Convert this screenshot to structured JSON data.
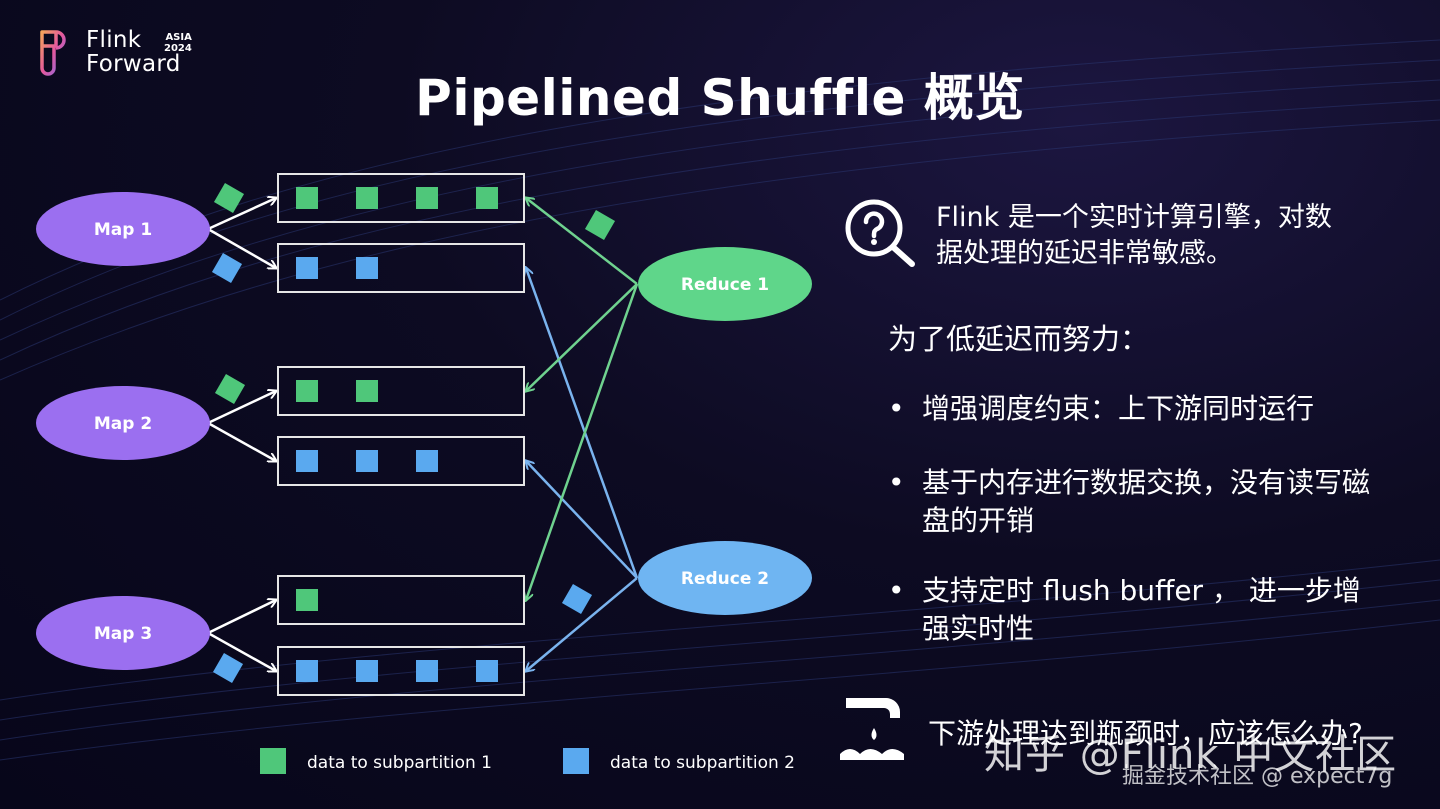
{
  "slide": {
    "title": "Pipelined Shuffle 概览"
  },
  "logo": {
    "name": "Flink Forward",
    "line1": "Flink",
    "line2": "Forward",
    "badge_line1": "ASIA",
    "badge_line2": "2024"
  },
  "diagram": {
    "maps": [
      {
        "label": "Map 1",
        "green_count": 4,
        "blue_count": 2
      },
      {
        "label": "Map 2",
        "green_count": 2,
        "blue_count": 3
      },
      {
        "label": "Map 3",
        "green_count": 1,
        "blue_count": 4
      }
    ],
    "reduces": [
      {
        "label": "Reduce 1",
        "color": "#5fd68a"
      },
      {
        "label": "Reduce 2",
        "color": "#6fb5f2"
      }
    ],
    "colors": {
      "map_node": "#9b6ff0",
      "green": "#4fc77a",
      "blue": "#5aa9ef",
      "green_line": "#6fd28f",
      "blue_line": "#7ab3ee"
    },
    "legend": [
      {
        "label": "data to subpartition 1",
        "color": "#4fc77a"
      },
      {
        "label": "data to subpartition 2",
        "color": "#5aa9ef"
      }
    ]
  },
  "panel": {
    "question_icon": "question-search-icon",
    "question_text": "Flink 是一个实时计算引擎，对数据处理的延迟非常敏感。",
    "effort_heading": "为了低延迟而努力：",
    "bullets": [
      "增强调度约束：上下游同时运行",
      "基于内存进行数据交换，没有读写磁盘的开销",
      "支持定时 flush buffer ， 进一步增强实时性"
    ],
    "bottom_icon": "faucet-drip-icon",
    "bottom_question": "下游处理达到瓶颈时，应该怎么办?"
  },
  "watermarks": {
    "zhihu": "知乎 @Flink 中文社区",
    "juejin": "掘金技术社区 @ expect7g"
  }
}
